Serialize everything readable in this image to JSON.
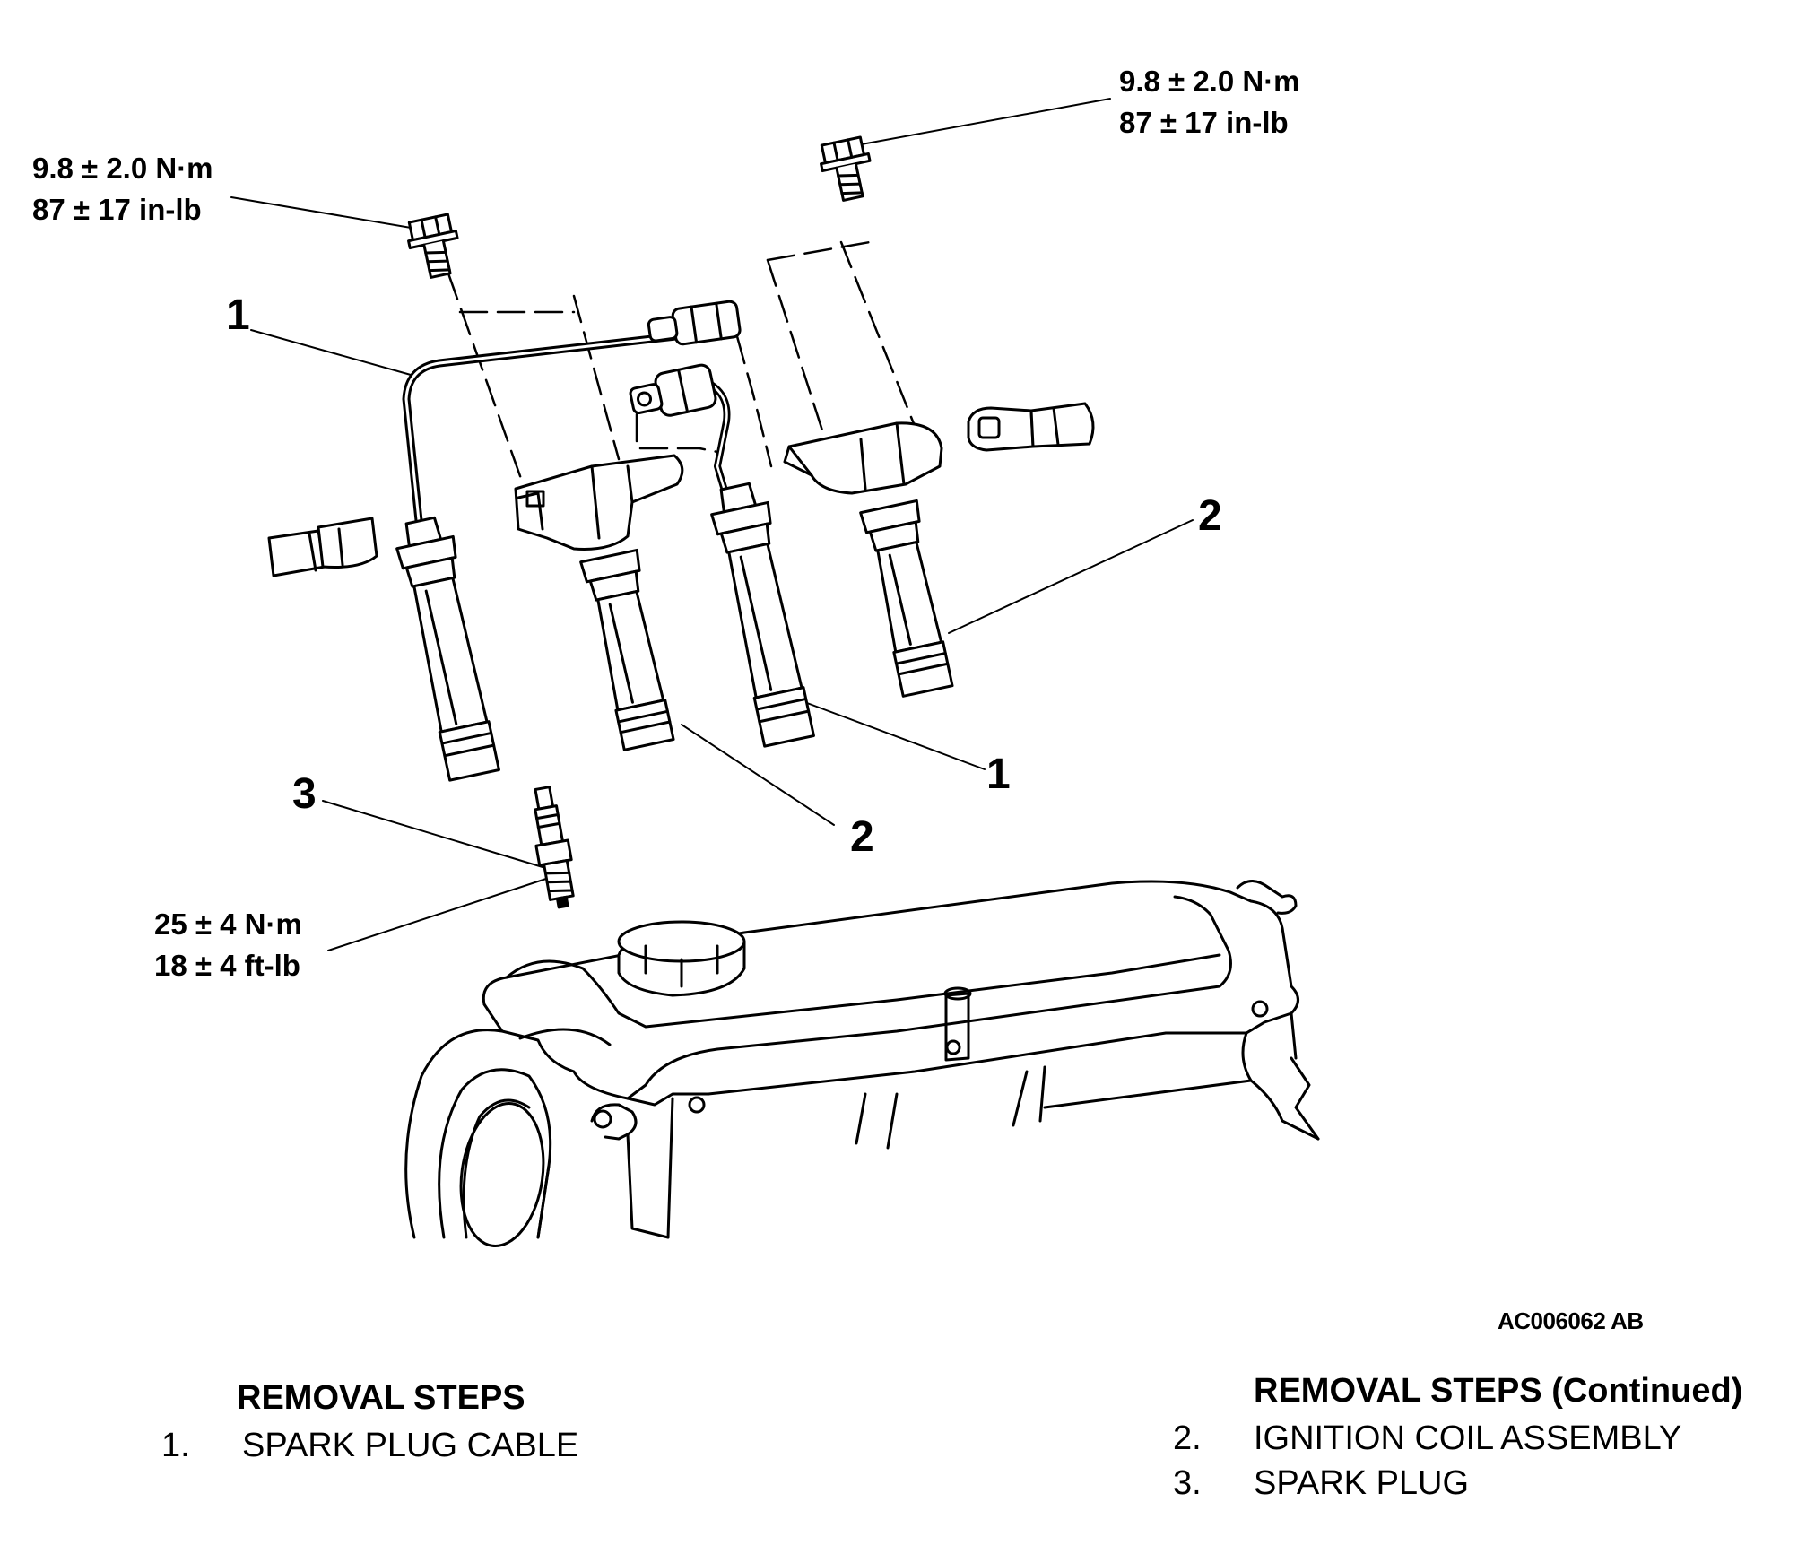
{
  "torque_specs": {
    "top_left": {
      "metric": "9.8 ± 2.0 N·m",
      "imperial": "87 ± 17 in-lb"
    },
    "top_right": {
      "metric": "9.8 ± 2.0 N·m",
      "imperial": "87 ± 17 in-lb"
    },
    "spark_plug": {
      "metric": "25 ± 4 N·m",
      "imperial": "18 ± 4 ft-lb"
    }
  },
  "callouts": {
    "cable_left": "1",
    "coil_right": "2",
    "cable_right": "1",
    "coil_left": "2",
    "spark_plug": "3"
  },
  "figure_id": "AC006062 AB",
  "removal_steps": {
    "heading": "REMOVAL STEPS",
    "items": [
      {
        "number": "1.",
        "label": "SPARK PLUG CABLE"
      }
    ]
  },
  "removal_steps_continued": {
    "heading": "REMOVAL STEPS (Continued)",
    "items": [
      {
        "number": "2.",
        "label": "IGNITION COIL ASSEMBLY"
      },
      {
        "number": "3.",
        "label": "SPARK PLUG"
      }
    ]
  }
}
